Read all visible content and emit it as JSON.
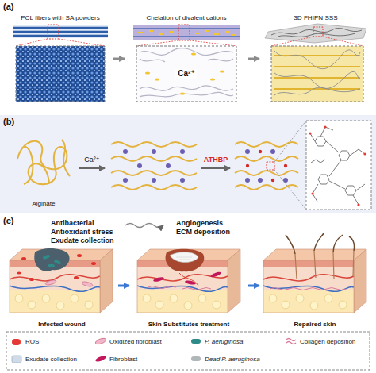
{
  "diagram": {
    "nodes": [
      {
        "text": [
          "(a)"
        ]
      },
      {
        "text": [
          "PCL fibers with SA powders"
        ],
        "in": 0
      },
      {
        "text": [
          "Chelation of divalent cations"
        ],
        "in": 0
      },
      {
        "text": [
          "Ca²⁺"
        ],
        "in": 2
      },
      {
        "text": [
          "3D FHIPN SSS"
        ],
        "in": 0
      },
      {
        "text": [
          "(b)"
        ]
      },
      {
        "text": [
          "Alginate"
        ],
        "in": 5
      },
      {
        "text": [
          "(c)"
        ]
      },
      {
        "text": [
          "Infected wound"
        ],
        "in": 7
      },
      {
        "text": [
          "Skin Substitutes treatment"
        ],
        "in": 7
      },
      {
        "text": [
          "Repaired skin"
        ],
        "in": 7
      }
    ],
    "edges": [
      {
        "from": 1,
        "to": 2,
        "arrow": "to"
      },
      {
        "from": 2,
        "to": 4,
        "arrow": "to"
      },
      {
        "from": 8,
        "to": 9,
        "arrow": "to"
      },
      {
        "from": 9,
        "to": 10,
        "arrow": "to"
      }
    ],
    "labels": [
      "Ca²⁺",
      "ATHBP",
      "Antibacterial",
      "Antioxidant stress",
      "Exudate collection",
      "Angiogenesis",
      "ECM deposition"
    ],
    "legend": [
      {
        "text": "ROS",
        "color": "#e53935"
      },
      {
        "text": "Oxidized fibroblast"
      },
      {
        "text": "P. aeruginosa"
      },
      {
        "text": "Collagen deposition"
      },
      {
        "text": "Exudate collection"
      },
      {
        "text": "Fibroblast"
      },
      {
        "text": "Dead P. aeruginosa"
      }
    ]
  }
}
